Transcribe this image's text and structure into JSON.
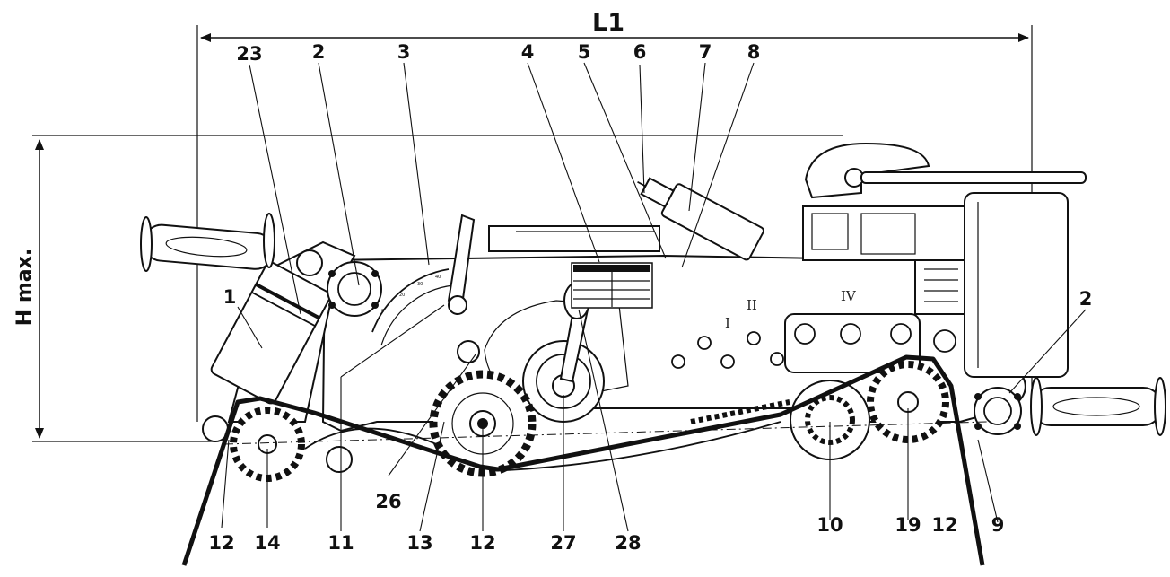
{
  "dimensions": {
    "length_label": "L1",
    "height_label": "H max."
  },
  "gear_plate": {
    "roman_numerals": [
      "I",
      "II",
      "IV"
    ]
  },
  "callouts": [
    {
      "label": "23",
      "id": "23-top"
    },
    {
      "label": "2",
      "id": "2-top"
    },
    {
      "label": "3",
      "id": "3-top"
    },
    {
      "label": "4",
      "id": "4-top"
    },
    {
      "label": "5",
      "id": "5-top"
    },
    {
      "label": "6",
      "id": "6-top"
    },
    {
      "label": "7",
      "id": "7-top"
    },
    {
      "label": "8",
      "id": "8-top"
    },
    {
      "label": "1",
      "id": "1-left"
    },
    {
      "label": "2",
      "id": "2-right"
    },
    {
      "label": "26",
      "id": "26"
    },
    {
      "label": "12",
      "id": "12-a"
    },
    {
      "label": "14",
      "id": "14"
    },
    {
      "label": "11",
      "id": "11"
    },
    {
      "label": "13",
      "id": "13"
    },
    {
      "label": "12",
      "id": "12-b"
    },
    {
      "label": "27",
      "id": "27"
    },
    {
      "label": "28",
      "id": "28"
    },
    {
      "label": "10",
      "id": "10"
    },
    {
      "label": "19",
      "id": "19"
    },
    {
      "label": "12",
      "id": "12-c"
    },
    {
      "label": "9",
      "id": "9"
    }
  ],
  "colors": {
    "ink": "#111111",
    "paper": "#ffffff",
    "shade": "#e6e6e6"
  }
}
